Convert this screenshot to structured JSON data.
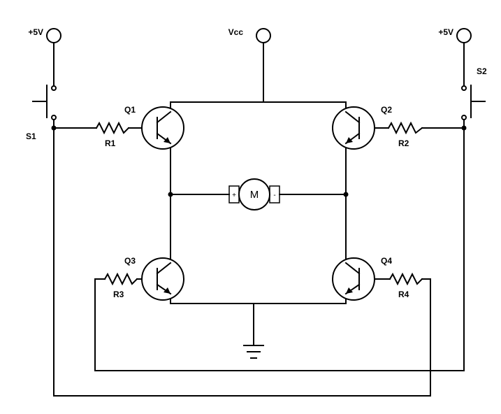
{
  "supplies": {
    "vcc": "Vcc",
    "left_5v": "+5V",
    "right_5v": "+5V"
  },
  "switches": {
    "s1": "S1",
    "s2": "S2"
  },
  "transistors": {
    "q1": "Q1",
    "q2": "Q2",
    "q3": "Q3",
    "q4": "Q4"
  },
  "resistors": {
    "r1": "R1",
    "r2": "R2",
    "r3": "R3",
    "r4": "R4"
  },
  "motor": {
    "label": "M",
    "plus": "+",
    "minus": "-"
  }
}
